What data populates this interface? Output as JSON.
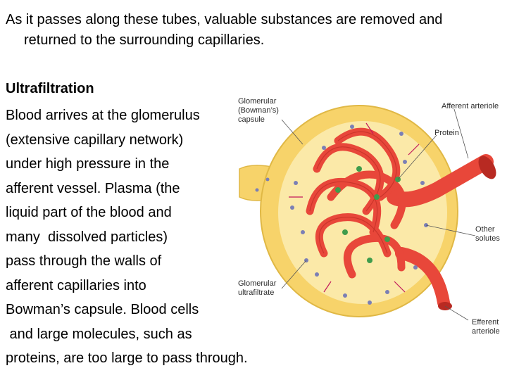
{
  "intro": {
    "line1": "As it passes along these tubes, valuable substances are removed and",
    "line2": "returned to the surrounding capillaries."
  },
  "section_title": "Ultrafiltration",
  "body_lines": [
    "Blood arrives at the glomerulus",
    "(extensive capillary network)",
    "under high pressure in the",
    "afferent vessel. Plasma (the",
    "liquid part of the blood and",
    "many  dissolved particles)",
    "pass through the walls of",
    "afferent capillaries into",
    "Bowman’s capsule. Blood cells",
    " and large molecules, such as",
    "proteins, are too large to pass through."
  ],
  "figure": {
    "labels": {
      "glomerular_capsule": "Glomerular\n(Bowman’s)\ncapsule",
      "afferent_arteriole": "Afferent arteriole",
      "protein": "Protein",
      "other_solutes": "Other\nsolutes",
      "glomerular_ultrafiltrate": "Glomerular\nultrafiltrate",
      "efferent_arteriole": "Efferent\narteriole"
    },
    "colors": {
      "capsule": "#f7d36a",
      "capsule_inner": "#fbe9a8",
      "vessel": "#e8473a",
      "vessel_dark": "#b82a22",
      "protein_dot": "#3f9c4c",
      "solute_dot": "#7b7fb5",
      "arrow": "#c2185b"
    }
  }
}
